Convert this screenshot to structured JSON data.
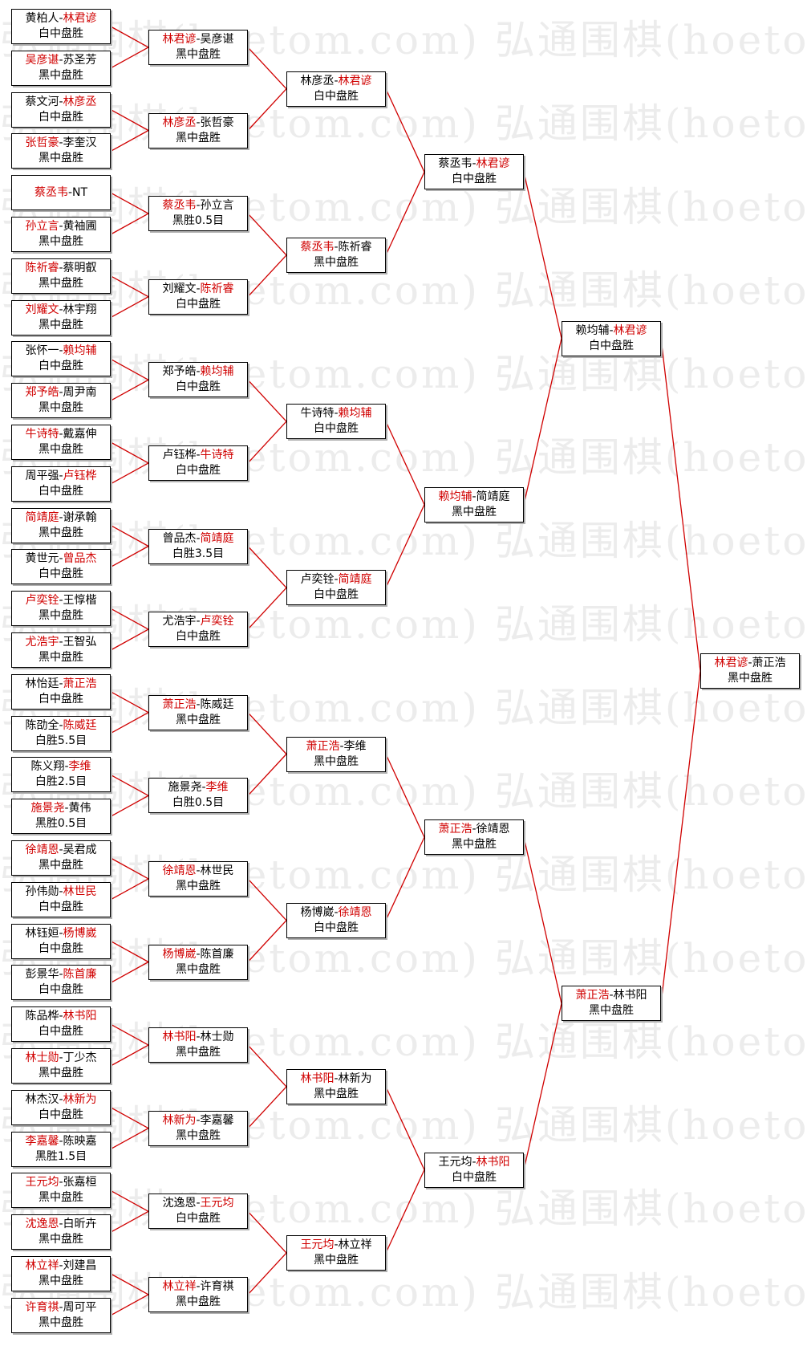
{
  "watermark": "弘通围棋(hoetom.com)",
  "colors": {
    "winner": "#d00000",
    "loser": "#000000",
    "line": "#d00000",
    "border": "#000000"
  },
  "rounds": [
    [
      {
        "a": "黄柏人",
        "b": "林君谚",
        "w": "b",
        "r": "白中盘胜"
      },
      {
        "a": "吴彦谌",
        "b": "苏圣芳",
        "w": "a",
        "r": "黑中盘胜"
      },
      {
        "a": "蔡文河",
        "b": "林彦丞",
        "w": "b",
        "r": "白中盘胜"
      },
      {
        "a": "张哲豪",
        "b": "李奎汉",
        "w": "a",
        "r": "黑中盘胜"
      },
      {
        "a": "蔡丞韦",
        "b": "NT",
        "w": "a",
        "r": ""
      },
      {
        "a": "孙立言",
        "b": "黄袖圃",
        "w": "a",
        "r": "黑中盘胜"
      },
      {
        "a": "陈祈睿",
        "b": "蔡明叡",
        "w": "a",
        "r": "黑中盘胜"
      },
      {
        "a": "刘耀文",
        "b": "林宇翔",
        "w": "a",
        "r": "黑中盘胜"
      },
      {
        "a": "张怀一",
        "b": "赖均辅",
        "w": "b",
        "r": "白中盘胜"
      },
      {
        "a": "郑予皓",
        "b": "周尹南",
        "w": "a",
        "r": "黑中盘胜"
      },
      {
        "a": "牛诗特",
        "b": "戴嘉伸",
        "w": "a",
        "r": "黑中盘胜"
      },
      {
        "a": "周平强",
        "b": "卢钰桦",
        "w": "b",
        "r": "白中盘胜"
      },
      {
        "a": "简靖庭",
        "b": "谢承翰",
        "w": "a",
        "r": "黑中盘胜"
      },
      {
        "a": "黄世元",
        "b": "曾品杰",
        "w": "b",
        "r": "白中盘胜"
      },
      {
        "a": "卢奕铨",
        "b": "王惇楷",
        "w": "a",
        "r": "黑中盘胜"
      },
      {
        "a": "尤浩宇",
        "b": "王智弘",
        "w": "a",
        "r": "黑中盘胜"
      },
      {
        "a": "林怡廷",
        "b": "萧正浩",
        "w": "b",
        "r": "白中盘胜"
      },
      {
        "a": "陈劭全",
        "b": "陈威廷",
        "w": "b",
        "r": "白胜5.5目"
      },
      {
        "a": "陈义翔",
        "b": "李维",
        "w": "b",
        "r": "白胜2.5目"
      },
      {
        "a": "施景尧",
        "b": "黄伟",
        "w": "a",
        "r": "黑胜0.5目"
      },
      {
        "a": "徐靖恩",
        "b": "吴君成",
        "w": "a",
        "r": "黑中盘胜"
      },
      {
        "a": "孙伟勋",
        "b": "林世民",
        "w": "b",
        "r": "白中盘胜"
      },
      {
        "a": "林钰姮",
        "b": "杨博崴",
        "w": "b",
        "r": "白中盘胜"
      },
      {
        "a": "彭景华",
        "b": "陈首廉",
        "w": "b",
        "r": "白中盘胜"
      },
      {
        "a": "陈品桦",
        "b": "林书阳",
        "w": "b",
        "r": "白中盘胜"
      },
      {
        "a": "林士勋",
        "b": "丁少杰",
        "w": "a",
        "r": "黑中盘胜"
      },
      {
        "a": "林杰汉",
        "b": "林新为",
        "w": "b",
        "r": "白中盘胜"
      },
      {
        "a": "李嘉馨",
        "b": "陈映嘉",
        "w": "a",
        "r": "黑胜1.5目"
      },
      {
        "a": "王元均",
        "b": "张嘉桓",
        "w": "a",
        "r": "黑中盘胜"
      },
      {
        "a": "沈逸恩",
        "b": "白昕卉",
        "w": "a",
        "r": "黑中盘胜"
      },
      {
        "a": "林立祥",
        "b": "刘建昌",
        "w": "a",
        "r": "黑中盘胜"
      },
      {
        "a": "许育祺",
        "b": "周可平",
        "w": "a",
        "r": "黑中盘胜"
      }
    ],
    [
      {
        "a": "林君谚",
        "b": "吴彦谌",
        "w": "a",
        "r": "黑中盘胜"
      },
      {
        "a": "林彦丞",
        "b": "张哲豪",
        "w": "a",
        "r": "黑中盘胜"
      },
      {
        "a": "蔡丞韦",
        "b": "孙立言",
        "w": "a",
        "r": "黑胜0.5目"
      },
      {
        "a": "刘耀文",
        "b": "陈祈睿",
        "w": "b",
        "r": "白中盘胜"
      },
      {
        "a": "郑予皓",
        "b": "赖均辅",
        "w": "b",
        "r": "白中盘胜"
      },
      {
        "a": "卢钰桦",
        "b": "牛诗特",
        "w": "b",
        "r": "白中盘胜"
      },
      {
        "a": "曾品杰",
        "b": "简靖庭",
        "w": "b",
        "r": "白胜3.5目"
      },
      {
        "a": "尤浩宇",
        "b": "卢奕铨",
        "w": "b",
        "r": "白中盘胜"
      },
      {
        "a": "萧正浩",
        "b": "陈威廷",
        "w": "a",
        "r": "黑中盘胜"
      },
      {
        "a": "施景尧",
        "b": "李维",
        "w": "b",
        "r": "白胜0.5目"
      },
      {
        "a": "徐靖恩",
        "b": "林世民",
        "w": "a",
        "r": "黑中盘胜"
      },
      {
        "a": "杨博崴",
        "b": "陈首廉",
        "w": "a",
        "r": "黑中盘胜"
      },
      {
        "a": "林书阳",
        "b": "林士勋",
        "w": "a",
        "r": "黑中盘胜"
      },
      {
        "a": "林新为",
        "b": "李嘉馨",
        "w": "a",
        "r": "黑中盘胜"
      },
      {
        "a": "沈逸恩",
        "b": "王元均",
        "w": "b",
        "r": "白中盘胜"
      },
      {
        "a": "林立祥",
        "b": "许育祺",
        "w": "a",
        "r": "黑中盘胜"
      }
    ],
    [
      {
        "a": "林彦丞",
        "b": "林君谚",
        "w": "b",
        "r": "白中盘胜"
      },
      {
        "a": "蔡丞韦",
        "b": "陈祈睿",
        "w": "a",
        "r": "黑中盘胜"
      },
      {
        "a": "牛诗特",
        "b": "赖均辅",
        "w": "b",
        "r": "白中盘胜"
      },
      {
        "a": "卢奕铨",
        "b": "简靖庭",
        "w": "b",
        "r": "白中盘胜"
      },
      {
        "a": "萧正浩",
        "b": "李维",
        "w": "a",
        "r": "黑中盘胜"
      },
      {
        "a": "杨博崴",
        "b": "徐靖恩",
        "w": "b",
        "r": "白中盘胜"
      },
      {
        "a": "林书阳",
        "b": "林新为",
        "w": "a",
        "r": "黑中盘胜"
      },
      {
        "a": "王元均",
        "b": "林立祥",
        "w": "a",
        "r": "黑中盘胜"
      }
    ],
    [
      {
        "a": "蔡丞韦",
        "b": "林君谚",
        "w": "b",
        "r": "白中盘胜"
      },
      {
        "a": "赖均辅",
        "b": "简靖庭",
        "w": "a",
        "r": "黑中盘胜"
      },
      {
        "a": "萧正浩",
        "b": "徐靖恩",
        "w": "a",
        "r": "黑中盘胜"
      },
      {
        "a": "王元均",
        "b": "林书阳",
        "w": "b",
        "r": "白中盘胜"
      }
    ],
    [
      {
        "a": "赖均辅",
        "b": "林君谚",
        "w": "b",
        "r": "白中盘胜"
      },
      {
        "a": "萧正浩",
        "b": "林书阳",
        "w": "a",
        "r": "黑中盘胜"
      }
    ],
    [
      {
        "a": "林君谚",
        "b": "萧正浩",
        "w": "a",
        "r": "黑中盘胜"
      }
    ]
  ]
}
